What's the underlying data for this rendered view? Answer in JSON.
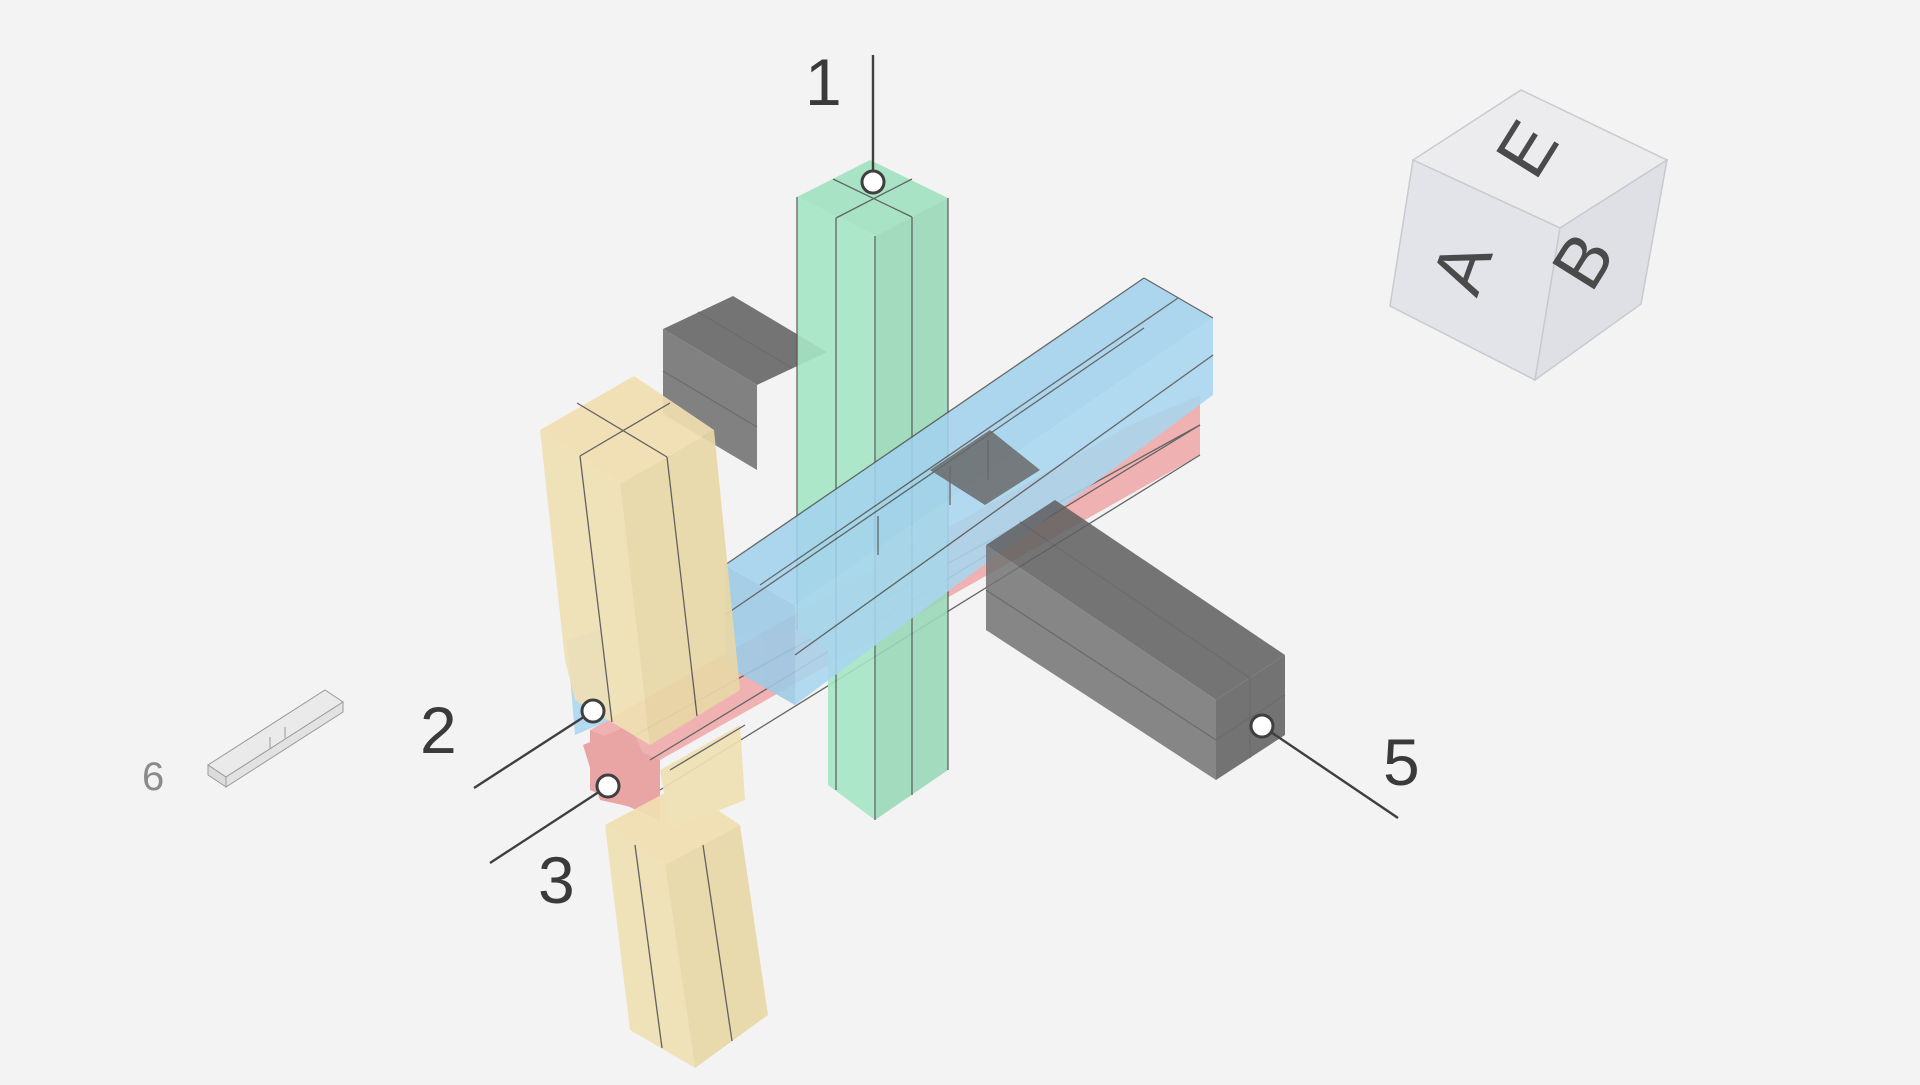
{
  "colors": {
    "background": "#f3f3f3",
    "part_1": "#a6e6c6",
    "part_2": "#a9d6ef",
    "part_3": "#efaaaa",
    "part_4": "#efe0b4",
    "part_5": "#6f6f6f",
    "view_cube": "#e6e7ec"
  },
  "callouts": [
    {
      "id": "1",
      "label": "1"
    },
    {
      "id": "2",
      "label": "2"
    },
    {
      "id": "3",
      "label": "3"
    },
    {
      "id": "5",
      "label": "5"
    },
    {
      "id": "6",
      "label": "6"
    }
  ],
  "view_cube": {
    "faces": {
      "top": "E",
      "left": "A",
      "right": "B"
    }
  }
}
